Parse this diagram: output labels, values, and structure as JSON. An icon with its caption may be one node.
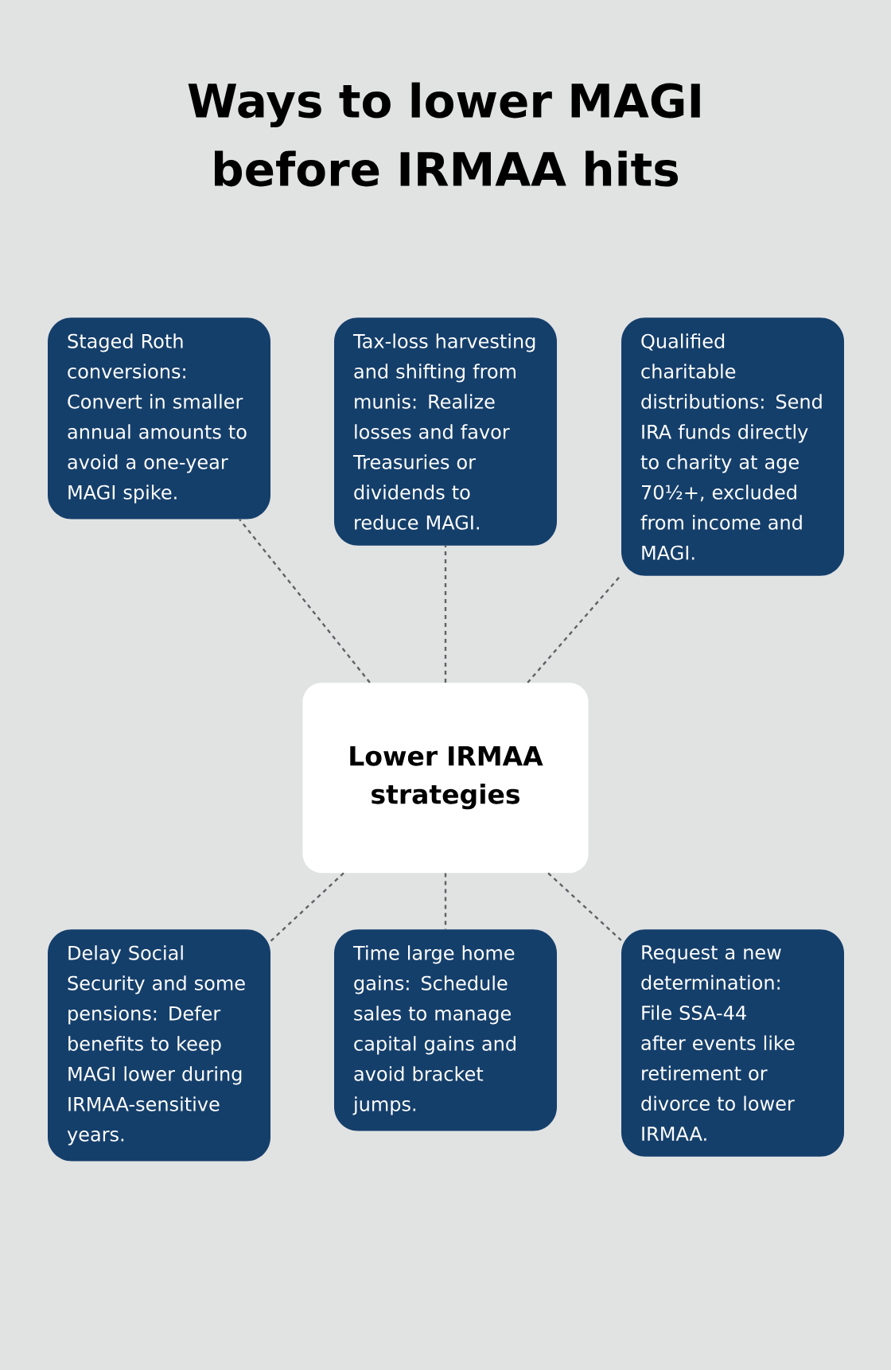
{
  "diagram": {
    "title": "Ways to lower MAGI before IRMAA hits",
    "nodes": [
      {
        "text": [
          "Staged Roth conversions: Convert in smaller annual amounts to avoid a one-year MAGI spike."
        ]
      },
      {
        "text": [
          "Tax-loss harvesting and shifting from munis: Realize losses and favor Treasuries or dividends to reduce MAGI."
        ]
      },
      {
        "text": [
          "Qualified charitable distributions: Send IRA funds directly to charity at age 70½+, excluded from income and MAGI."
        ]
      },
      {
        "text": [
          "Lower IRMAA strategies"
        ]
      },
      {
        "text": [
          "Delay Social Security and some pensions: Defer benefits to keep MAGI lower during IRMAA-sensitive years."
        ]
      },
      {
        "text": [
          "Time large home gains: Schedule sales to manage capital gains and avoid bracket jumps."
        ]
      },
      {
        "text": [
          "Request a new determination: File SSA-44 after events like retirement or divorce to lower IRMAA."
        ]
      }
    ],
    "edges": [
      {
        "from": 3,
        "to": 0,
        "arrow": "none",
        "style": "dashed"
      },
      {
        "from": 3,
        "to": 1,
        "arrow": "none",
        "style": "dashed"
      },
      {
        "from": 3,
        "to": 2,
        "arrow": "none",
        "style": "dashed"
      },
      {
        "from": 3,
        "to": 4,
        "arrow": "none",
        "style": "dashed"
      },
      {
        "from": 3,
        "to": 5,
        "arrow": "none",
        "style": "dashed"
      },
      {
        "from": 3,
        "to": 6,
        "arrow": "none",
        "style": "dashed"
      }
    ]
  }
}
